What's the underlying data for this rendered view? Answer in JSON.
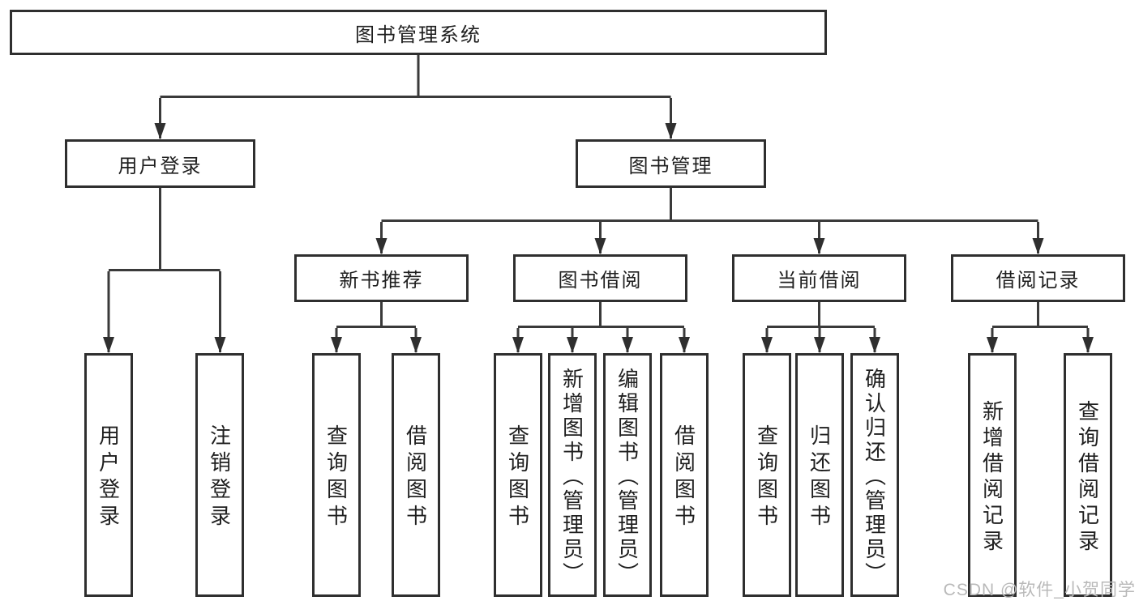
{
  "diagram": {
    "tree": {
      "label": "图书管理系统",
      "children": [
        {
          "label": "用户登录",
          "children": [
            {
              "label": "用户登录"
            },
            {
              "label": "注销登录"
            }
          ]
        },
        {
          "label": "图书管理",
          "children": [
            {
              "label": "新书推荐",
              "children": [
                {
                  "label": "查询图书"
                },
                {
                  "label": "借阅图书"
                }
              ]
            },
            {
              "label": "图书借阅",
              "children": [
                {
                  "label": "查询图书"
                },
                {
                  "label": "新增图书（管理员）"
                },
                {
                  "label": "编辑图书（管理员）"
                },
                {
                  "label": "借阅图书"
                }
              ]
            },
            {
              "label": "当前借阅",
              "children": [
                {
                  "label": "查询图书"
                },
                {
                  "label": "归还图书"
                },
                {
                  "label": "确认归还（管理员）"
                }
              ]
            },
            {
              "label": "借阅记录",
              "children": [
                {
                  "label": "新增借阅记录"
                },
                {
                  "label": "查询借阅记录"
                }
              ]
            }
          ]
        }
      ]
    },
    "colors": {
      "line": "#3a3a3a",
      "box_border": "#2f2f2f",
      "text": "#1f1f1f",
      "background": "#ffffff",
      "watermark": "#b9b9b9"
    }
  },
  "watermark": {
    "text": "CSDN @软件_小贺同学"
  }
}
